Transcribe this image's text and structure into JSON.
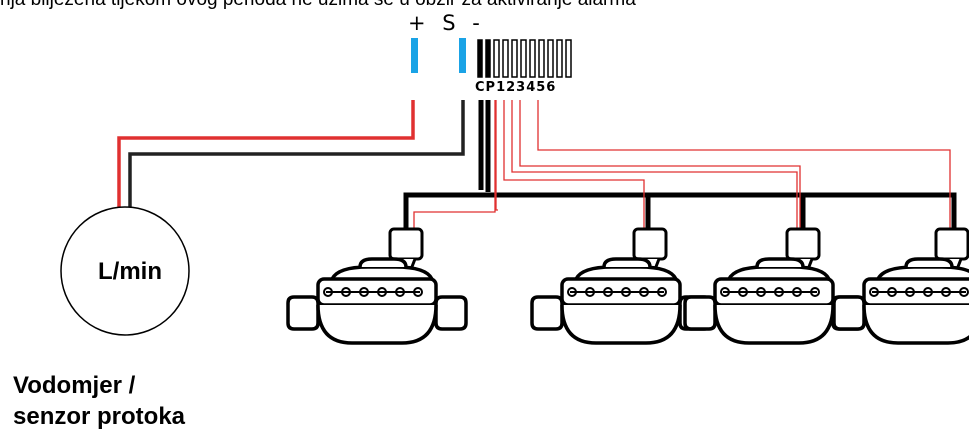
{
  "header_text": "nja bilježena tijekom ovog perioda ne uzima se u obzir za aktiviranje alarma",
  "terminals": {
    "labels": "+ S -",
    "stations": "CP123456"
  },
  "meter": {
    "label": "L/min"
  },
  "caption": {
    "line1": "Vodomjer /",
    "line2": "senzor protoka"
  },
  "colors": {
    "wire_red": "#e03030",
    "wire_black": "#000000",
    "terminal_blue": "#1aa3e6"
  }
}
